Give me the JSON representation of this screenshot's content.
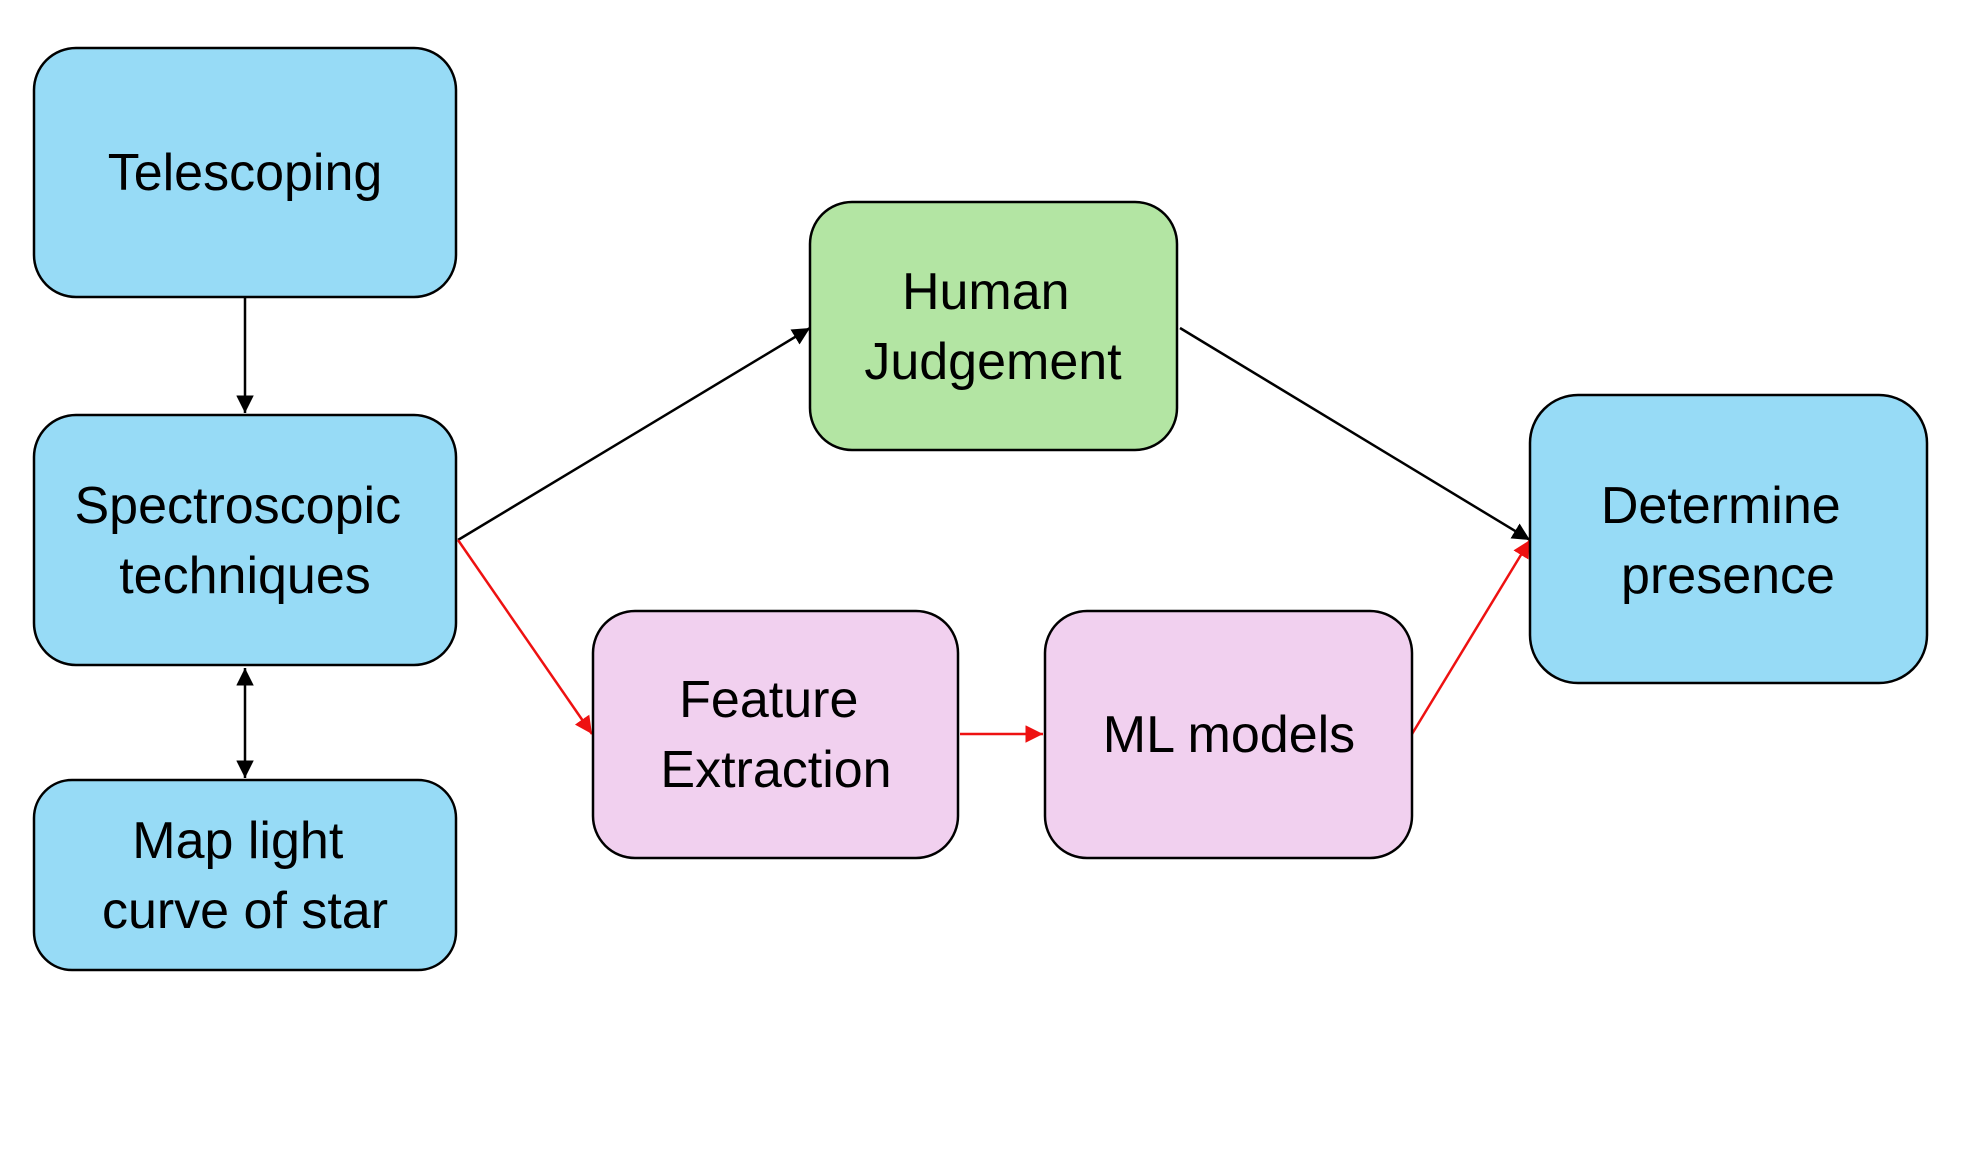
{
  "colors": {
    "blue_node": "#97dbf6",
    "green_node": "#b3e5a3",
    "pink_node": "#f1d0ef",
    "black_edge": "#000000",
    "red_edge": "#ee1111"
  },
  "nodes": {
    "telescoping": {
      "lines": [
        "Telescoping"
      ]
    },
    "spectroscopic": {
      "lines": [
        "Spectroscopic",
        "techniques"
      ]
    },
    "map_light": {
      "lines": [
        "Map light",
        "curve of star"
      ]
    },
    "human_judgement": {
      "lines": [
        "Human",
        "Judgement"
      ]
    },
    "feature_extraction": {
      "lines": [
        "Feature",
        "Extraction"
      ]
    },
    "ml_models": {
      "lines": [
        "ML models"
      ]
    },
    "determine_presence": {
      "lines": [
        "Determine",
        "presence"
      ]
    }
  }
}
